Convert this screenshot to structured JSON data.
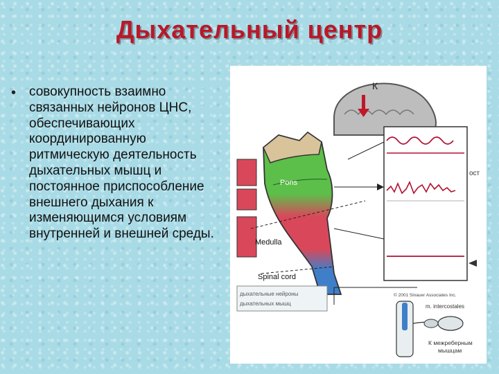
{
  "slide": {
    "title": "Дыхательный центр",
    "bullet": "совокупность взаимно связанных нейронов ЦНС, обеспечивающих координированную ритмическую деятельность дыхательных мышц и постоянное приспособление внешнего дыхания к изменяющимся условиям внутренней и внешней среды."
  },
  "figure": {
    "cortex_label": "К",
    "pons_label": "Pons",
    "medulla_label": "Medulla",
    "spinal_label": "Spinal cord",
    "side_label": "ост",
    "box_label_line1": "дыхательные нейроны",
    "box_label_line2": "дыхательных мышц",
    "copyright": "© 2001 Sinauer Associates Inc.",
    "intercostal_label": "m. intercostales",
    "muscles_line1": "К межреберным",
    "muscles_line2": "мышцам"
  },
  "colors": {
    "title": "#b8182a",
    "trace": "#b01030",
    "pons_green": "#5cbf4a",
    "medulla_red": "#d9485a",
    "spinal_blue": "#3f7fc9"
  }
}
